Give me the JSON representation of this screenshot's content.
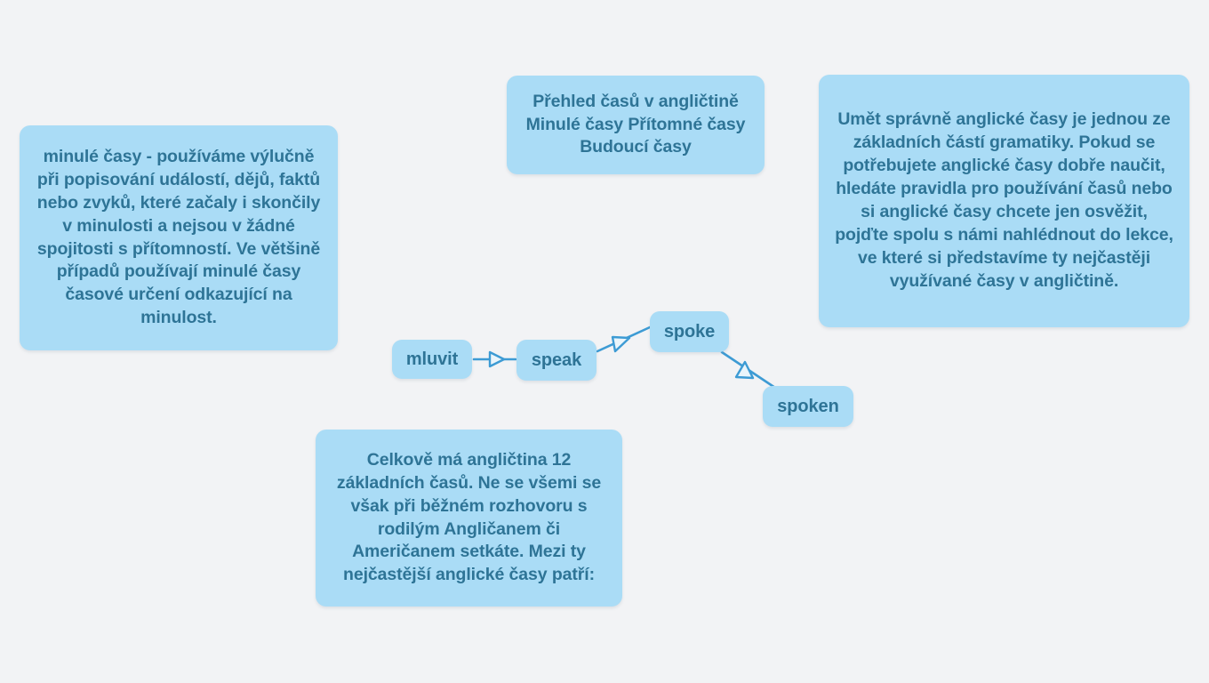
{
  "canvas": {
    "background_color": "#f2f3f5",
    "node_fill_color": "#aadcf6",
    "text_color": "#2e7496",
    "edge_color": "#3d9bd4"
  },
  "notes": [
    {
      "id": "note-past",
      "text": "minulé časy - používáme výlučně při popisování událostí, dějů, faktů nebo zvyků, které začaly i skončily v minulosti a nejsou v žádné spojitosti s přítomností. Ve většině případů používají minulé časy časové určení odkazující na minulost."
    },
    {
      "id": "note-title",
      "text": "Přehled časů v angličtině Minulé časy Přítomné časy Budoucí časy"
    },
    {
      "id": "note-intro",
      "text": "Umět správně anglické časy je jednou ze základních částí gramatiky. Pokud se potřebujete anglické časy dobře naučit, hledáte pravidla pro používání časů nebo si anglické časy chcete jen osvěžit, pojďte spolu s námi nahlédnout do lekce, ve které si představíme ty nejčastěji využívané časy v angličtině."
    },
    {
      "id": "note-count",
      "text": "Celkově má angličtina 12 základních časů. Ne se všemi se však při běžném rozhovoru s rodilým Angličanem či Američanem setkáte. Mezi ty nejčastější anglické časy patří:"
    }
  ],
  "chips": [
    {
      "id": "chip-mluvit",
      "label": "mluvit"
    },
    {
      "id": "chip-speak",
      "label": "speak"
    },
    {
      "id": "chip-spoke",
      "label": "spoke"
    },
    {
      "id": "chip-spoken",
      "label": "spoken"
    }
  ],
  "edges": [
    {
      "from": "mluvit",
      "to": "speak",
      "arrow": "hollow-triangle"
    },
    {
      "from": "speak",
      "to": "spoke",
      "arrow": "hollow-triangle"
    },
    {
      "from": "spoke",
      "to": "spoken",
      "arrow": "hollow-triangle"
    }
  ]
}
